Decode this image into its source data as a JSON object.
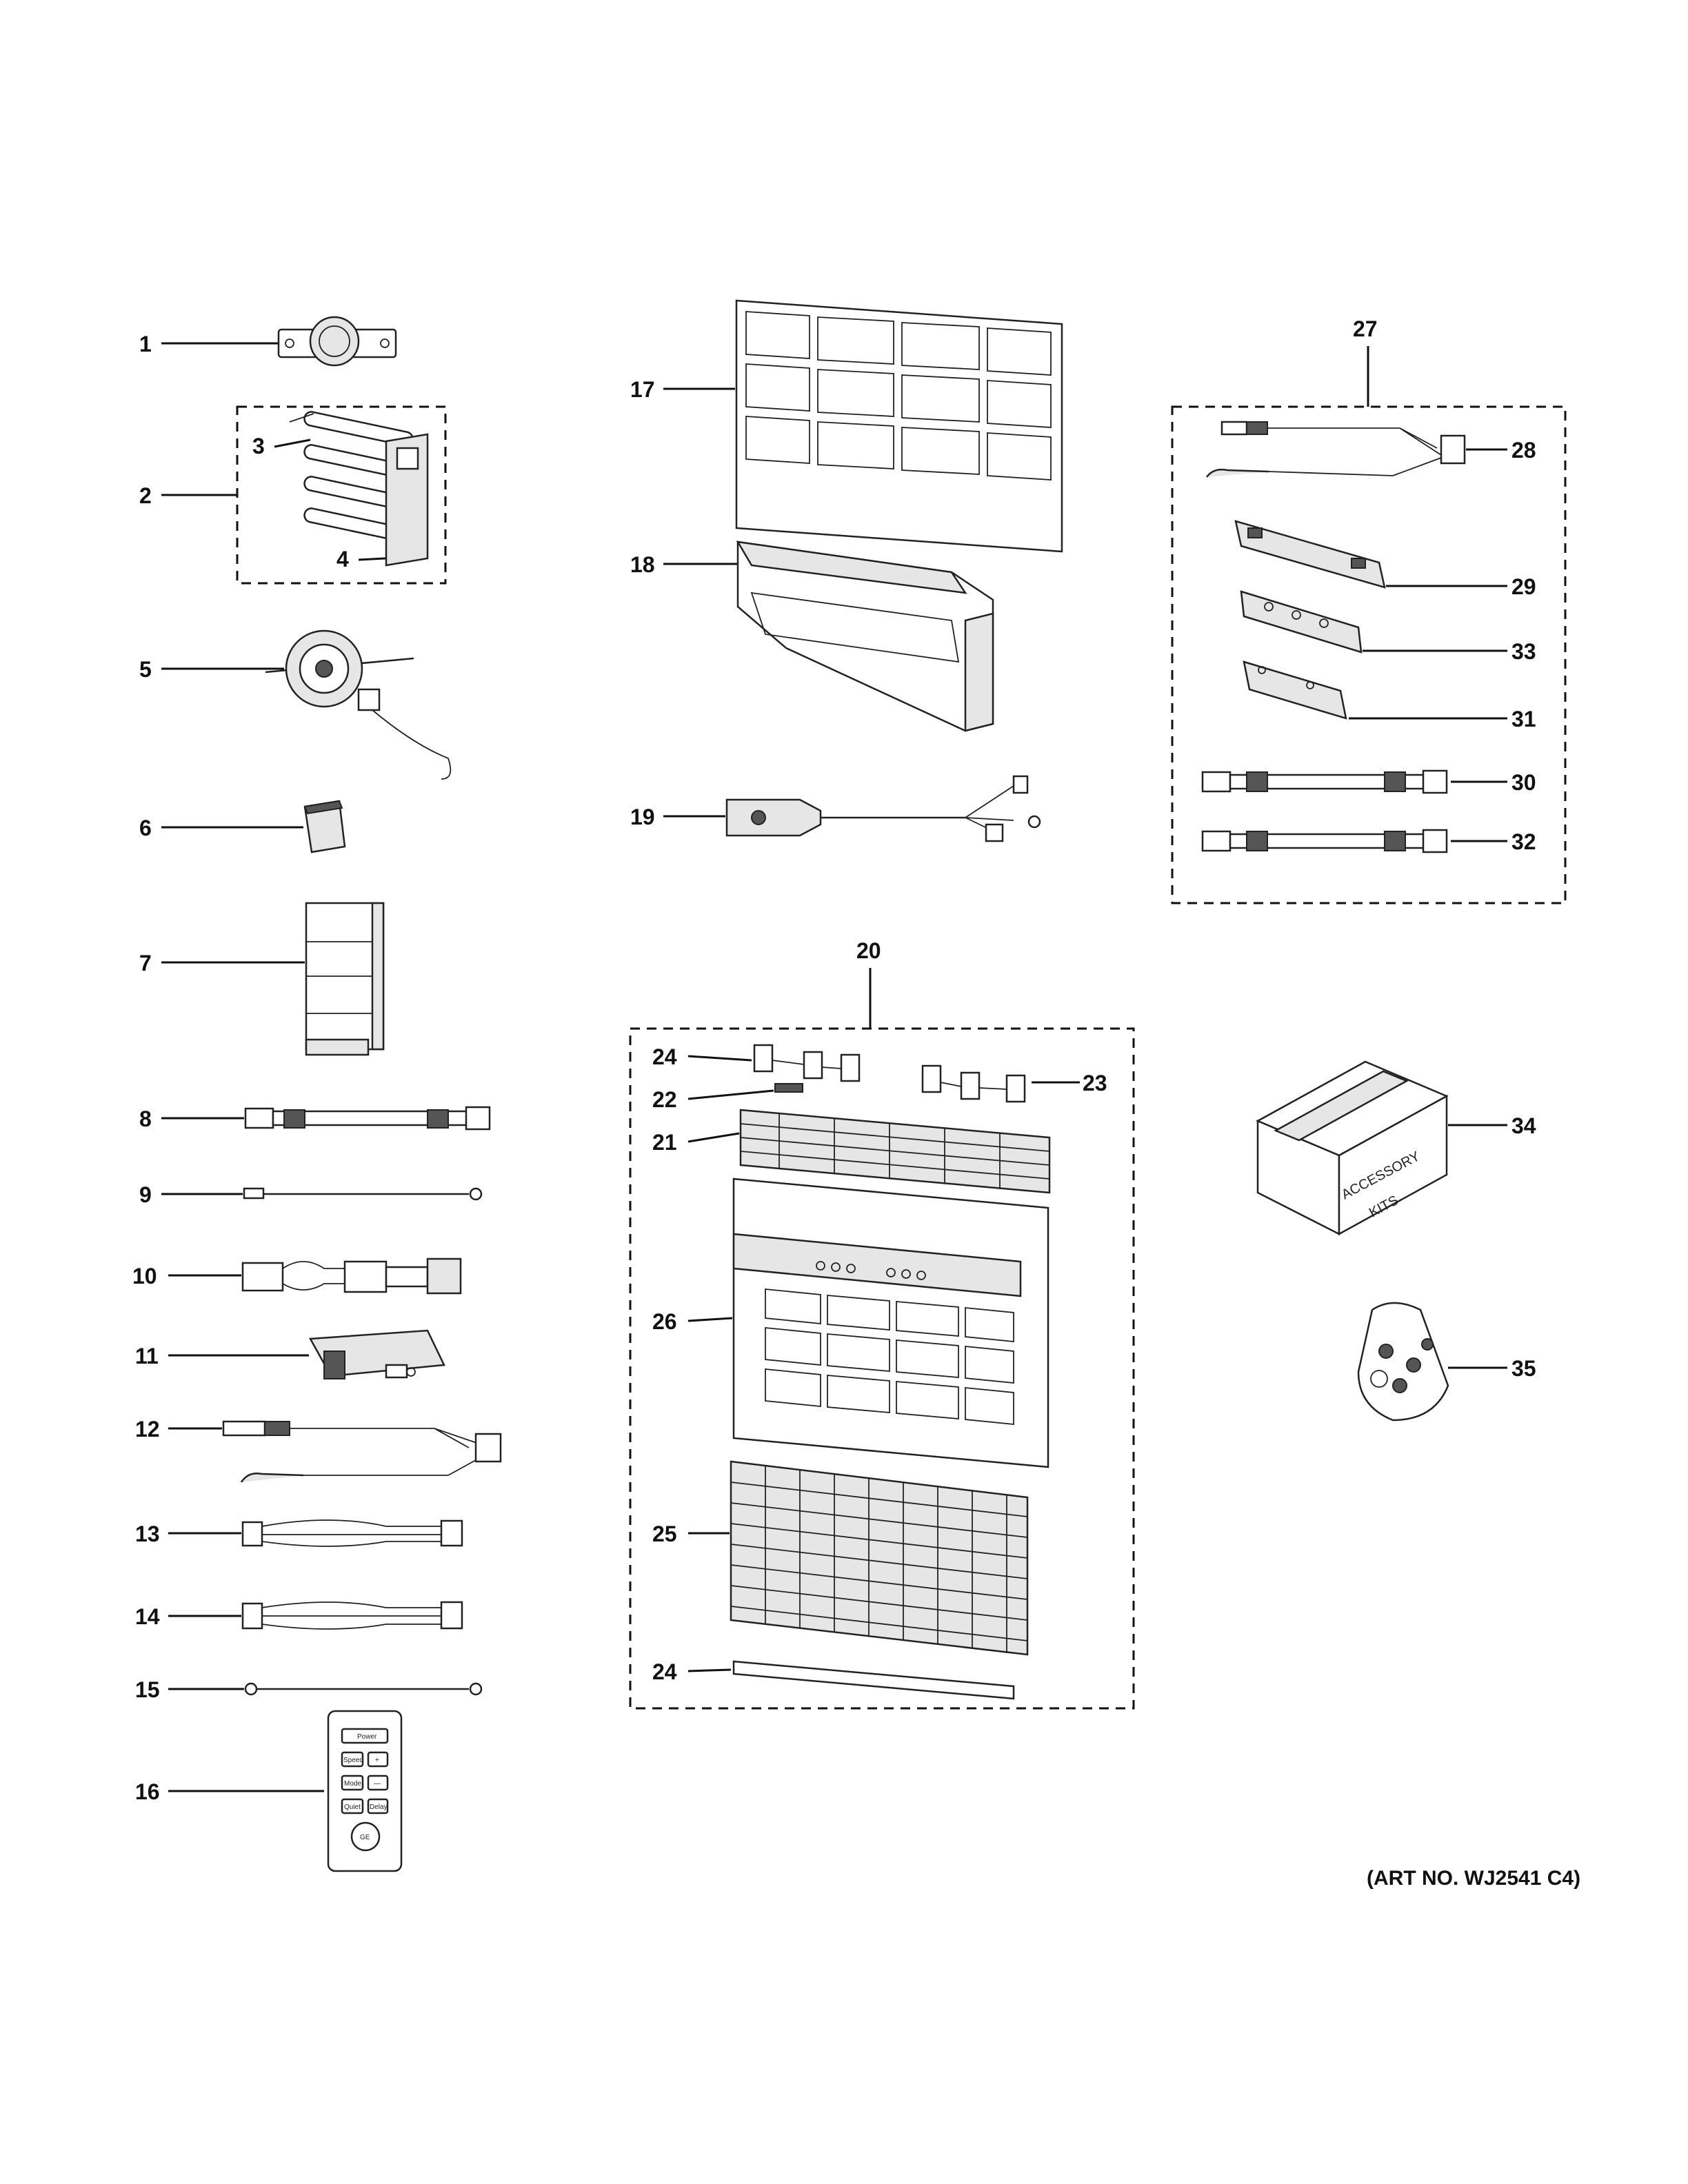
{
  "callouts": {
    "c1": "1",
    "c2": "2",
    "c3": "3",
    "c4": "4",
    "c5": "5",
    "c6": "6",
    "c7": "7",
    "c8": "8",
    "c9": "9",
    "c10": "10",
    "c11": "11",
    "c12": "12",
    "c13": "13",
    "c14": "14",
    "c15": "15",
    "c16": "16",
    "c17": "17",
    "c18": "18",
    "c19": "19",
    "c20": "20",
    "c21": "21",
    "c22": "22",
    "c23": "23",
    "c24a": "24",
    "c24b": "24",
    "c25": "25",
    "c26": "26",
    "c27": "27",
    "c28": "28",
    "c29": "29",
    "c30": "30",
    "c31": "31",
    "c32": "32",
    "c33": "33",
    "c34": "34",
    "c35": "35"
  },
  "remote": {
    "power": "Power",
    "speed": "Speed",
    "plus": "+",
    "mode": "Mode",
    "minus": "—",
    "quiet": "Quiet",
    "delay": "Delay",
    "logo": "GE"
  },
  "box_label": {
    "line1": "ACCESSORY",
    "line2": "KITS"
  },
  "art_number": "(ART NO. WJ2541 C4)"
}
